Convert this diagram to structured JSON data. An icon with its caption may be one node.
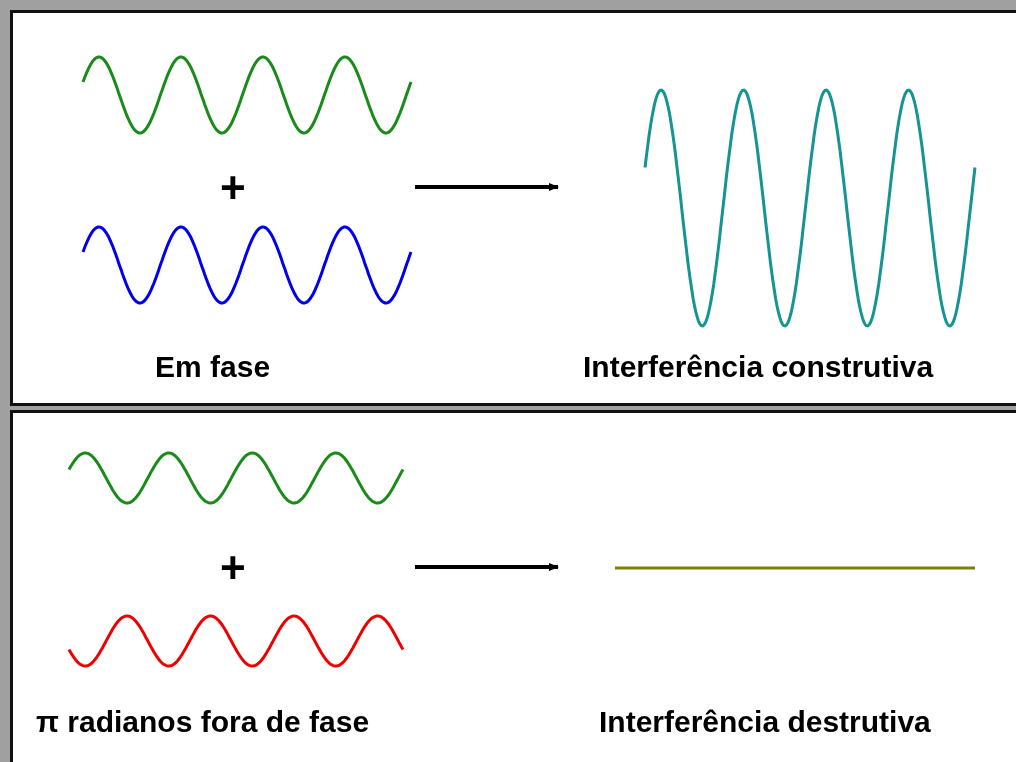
{
  "diagram": {
    "nodes": [
      {
        "text": [],
        "shape": "box"
      },
      {
        "text": [
          "Em fase"
        ],
        "in": 0
      },
      {
        "text": [
          "Interferência construtiva"
        ],
        "in": 0
      },
      {
        "text": [],
        "shape": "box"
      },
      {
        "text": [
          "π radianos fora de fase"
        ],
        "in": 3
      },
      {
        "text": [
          "Interferência destrutiva"
        ],
        "in": 3
      }
    ],
    "edges": [
      {
        "from": 1,
        "to": 2,
        "arrow": "to"
      },
      {
        "from": 4,
        "to": 5,
        "arrow": "to"
      }
    ],
    "labels": [
      "+",
      "+"
    ]
  }
}
